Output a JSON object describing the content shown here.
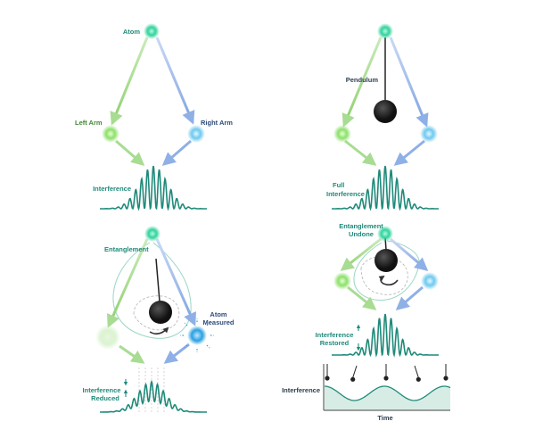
{
  "colors": {
    "atom": "#2fd39c",
    "left_arm": "#8de06a",
    "right_arm": "#6ec9ef",
    "measured": "#2aa0e0",
    "wave": "#1f8a7a",
    "green_arrow": "#a8dc93",
    "blue_arrow": "#8fb0e6",
    "pendulum": "#222222",
    "time_fill": "#d7ece5"
  },
  "panel_a": {
    "atom_label": "Atom",
    "left_label": "Left Arm",
    "right_label": "Right Arm",
    "wave_label": "Interference"
  },
  "panel_b": {
    "pendulum_label": "Pendulum",
    "wave_label_line1": "Full",
    "wave_label_line2": "Interference"
  },
  "panel_c": {
    "entanglement_label": "Entanglement",
    "measured_line1": "Atom",
    "measured_line2": "Measured",
    "wave_label_line1": "Interference",
    "wave_label_line2": "Reduced"
  },
  "panel_d": {
    "undone_line1": "Entanglement",
    "undone_line2": "Undone",
    "wave_label_line1": "Interference",
    "wave_label_line2": "Restored",
    "plot_ylabel": "Interference",
    "plot_xlabel": "Time"
  }
}
